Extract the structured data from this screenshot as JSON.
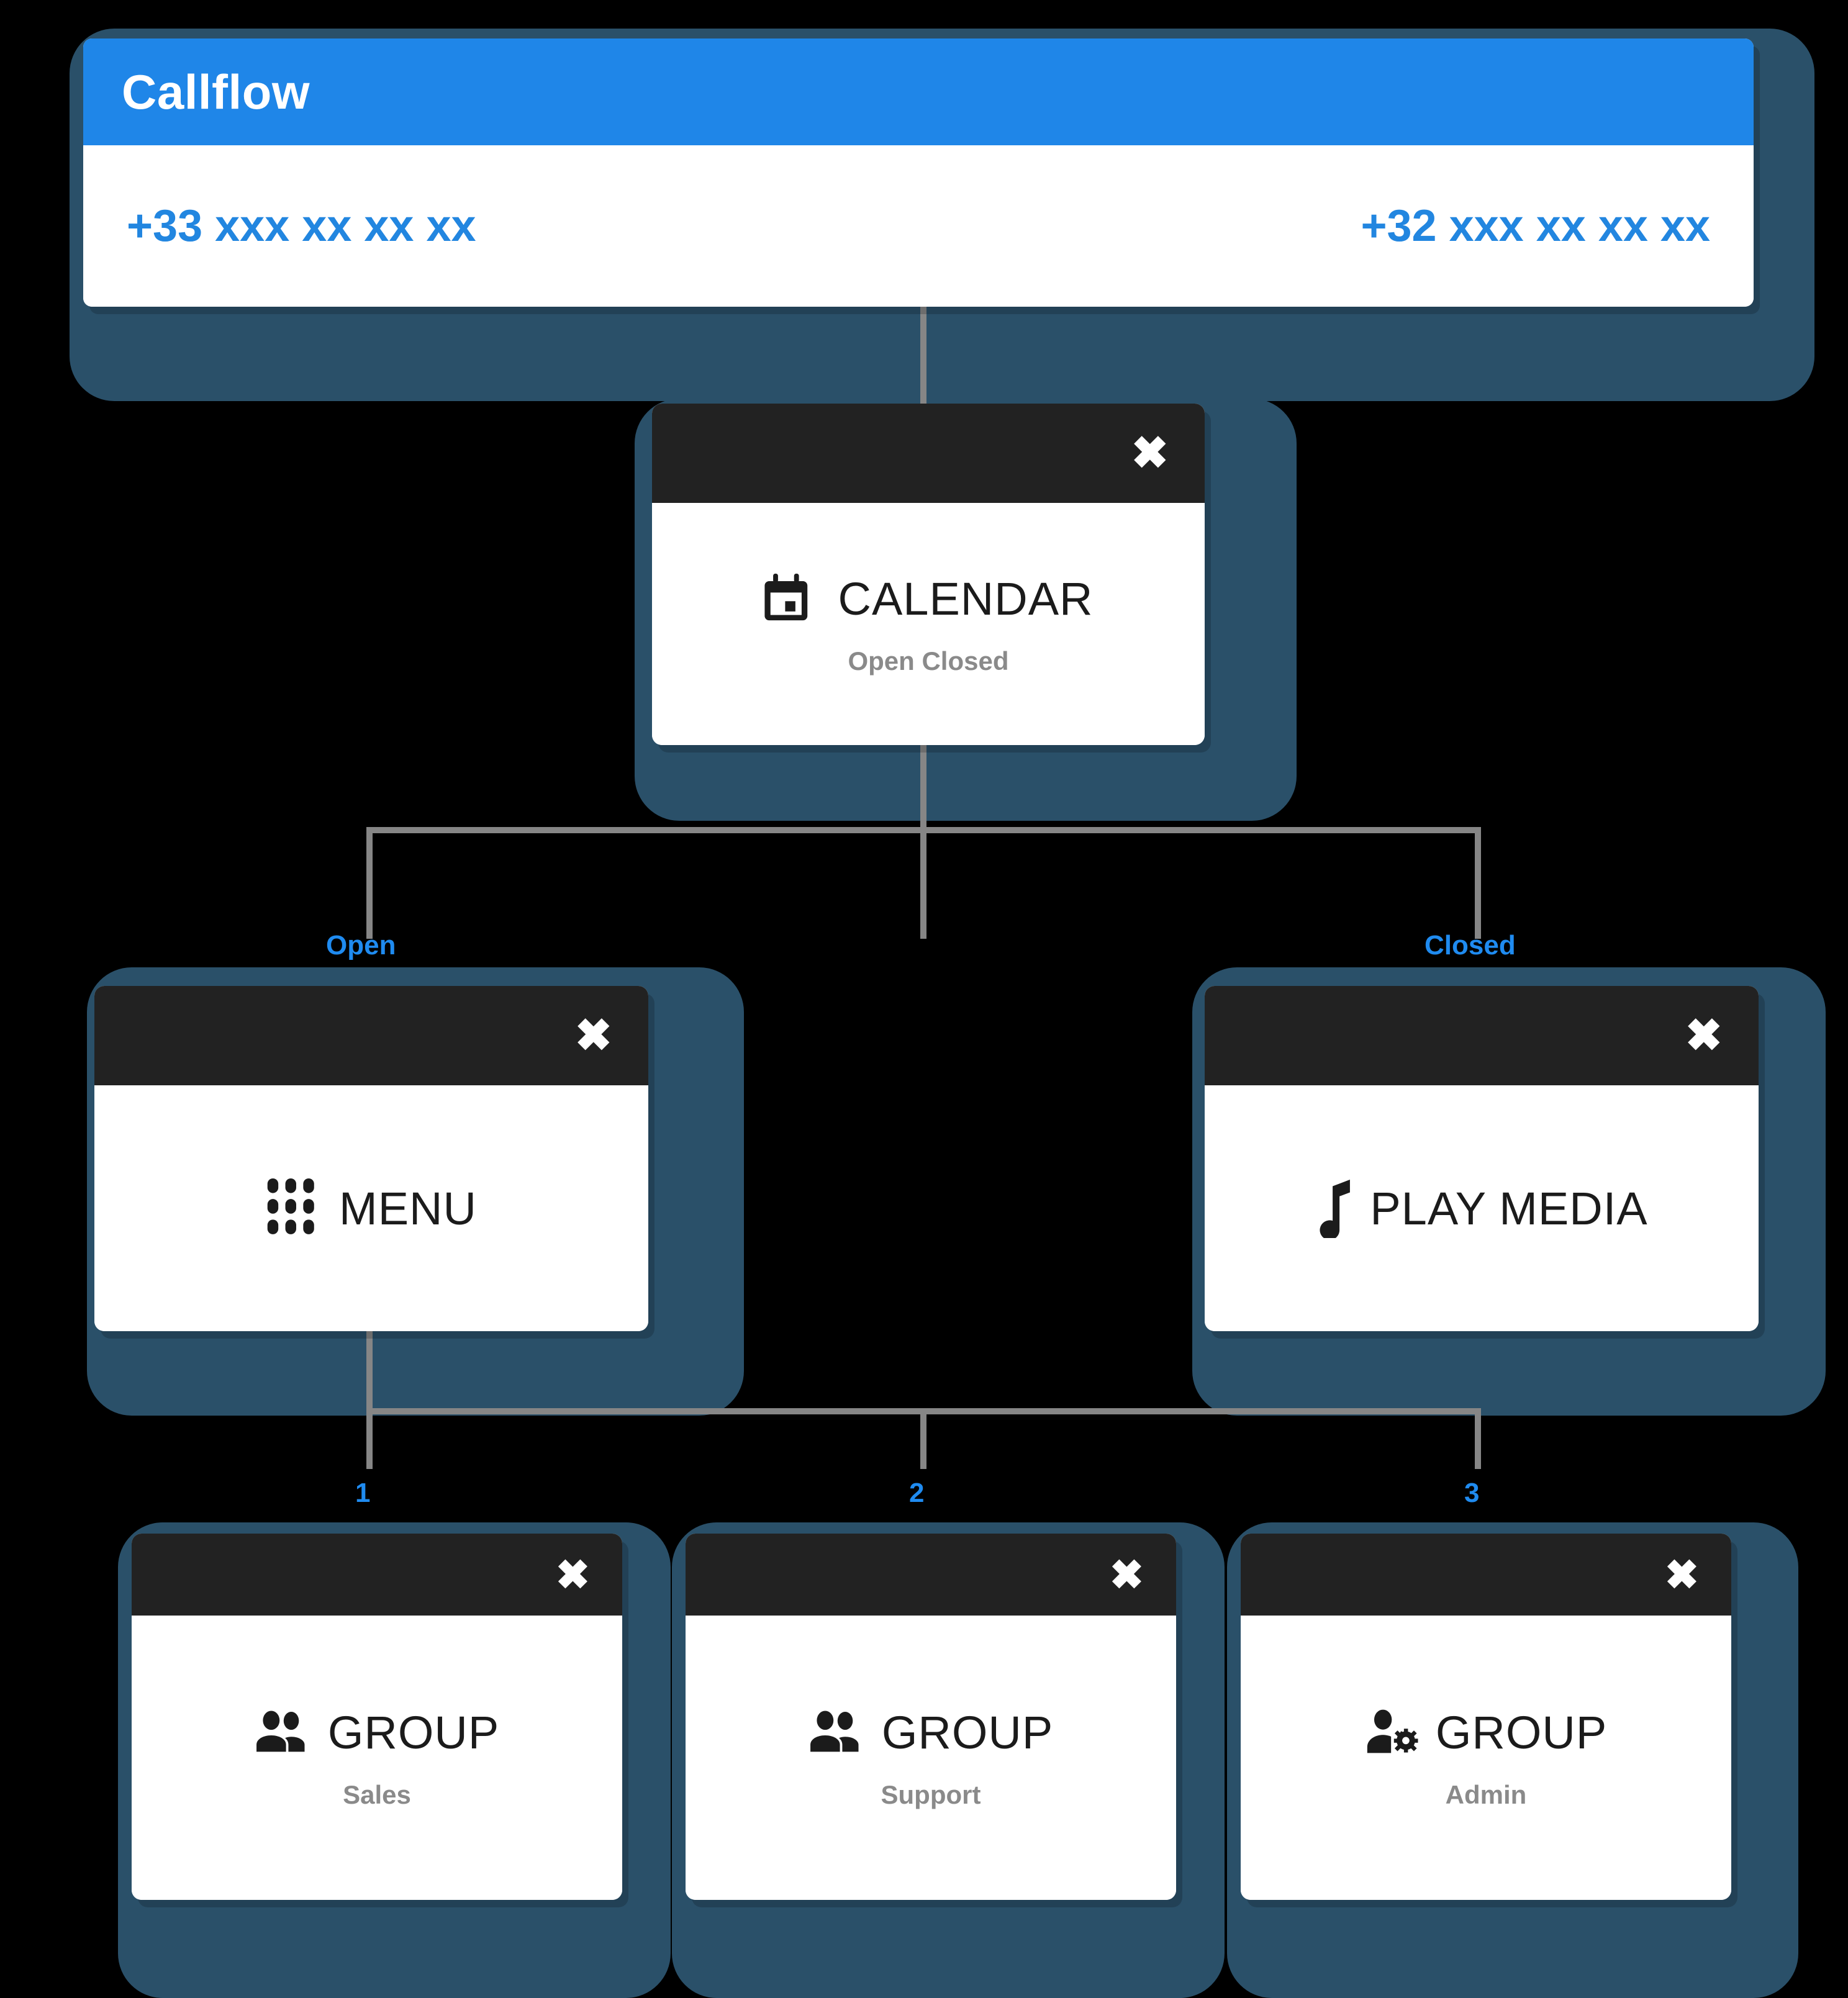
{
  "root": {
    "title": "Callflow",
    "numbers": [
      {
        "label": "+33 xxx xx xx xx"
      },
      {
        "label": "+32 xxx xx xx xx"
      }
    ],
    "header_color": "#1f86e8",
    "number_color": "#2286e0"
  },
  "theme": {
    "halo_color": "#2a5069",
    "card_header_color": "#222222",
    "card_body_color": "#ffffff",
    "connector_color": "#868686",
    "edge_label_color": "#1f8bf0",
    "subtitle_color": "#8a8a8a",
    "background": "#000000"
  },
  "nodes": {
    "calendar": {
      "icon": "calendar-icon",
      "title": "CALENDAR",
      "subtitle": "Open Closed",
      "close": "✖"
    },
    "menu": {
      "icon": "dialpad-icon",
      "title": "MENU",
      "subtitle": "",
      "close": "✖"
    },
    "play_media": {
      "icon": "music-note-icon",
      "title": "PLAY MEDIA",
      "subtitle": "",
      "close": "✖"
    },
    "group_sales": {
      "icon": "people-icon",
      "title": "GROUP",
      "subtitle": "Sales",
      "close": "✖"
    },
    "group_support": {
      "icon": "people-icon",
      "title": "GROUP",
      "subtitle": "Support",
      "close": "✖"
    },
    "group_admin": {
      "icon": "person-gear-icon",
      "title": "GROUP",
      "subtitle": "Admin",
      "close": "✖"
    }
  },
  "edges": {
    "calendar_open": "Open",
    "calendar_closed": "Closed",
    "menu_option_1": "1",
    "menu_option_2": "2",
    "menu_option_3": "3"
  }
}
